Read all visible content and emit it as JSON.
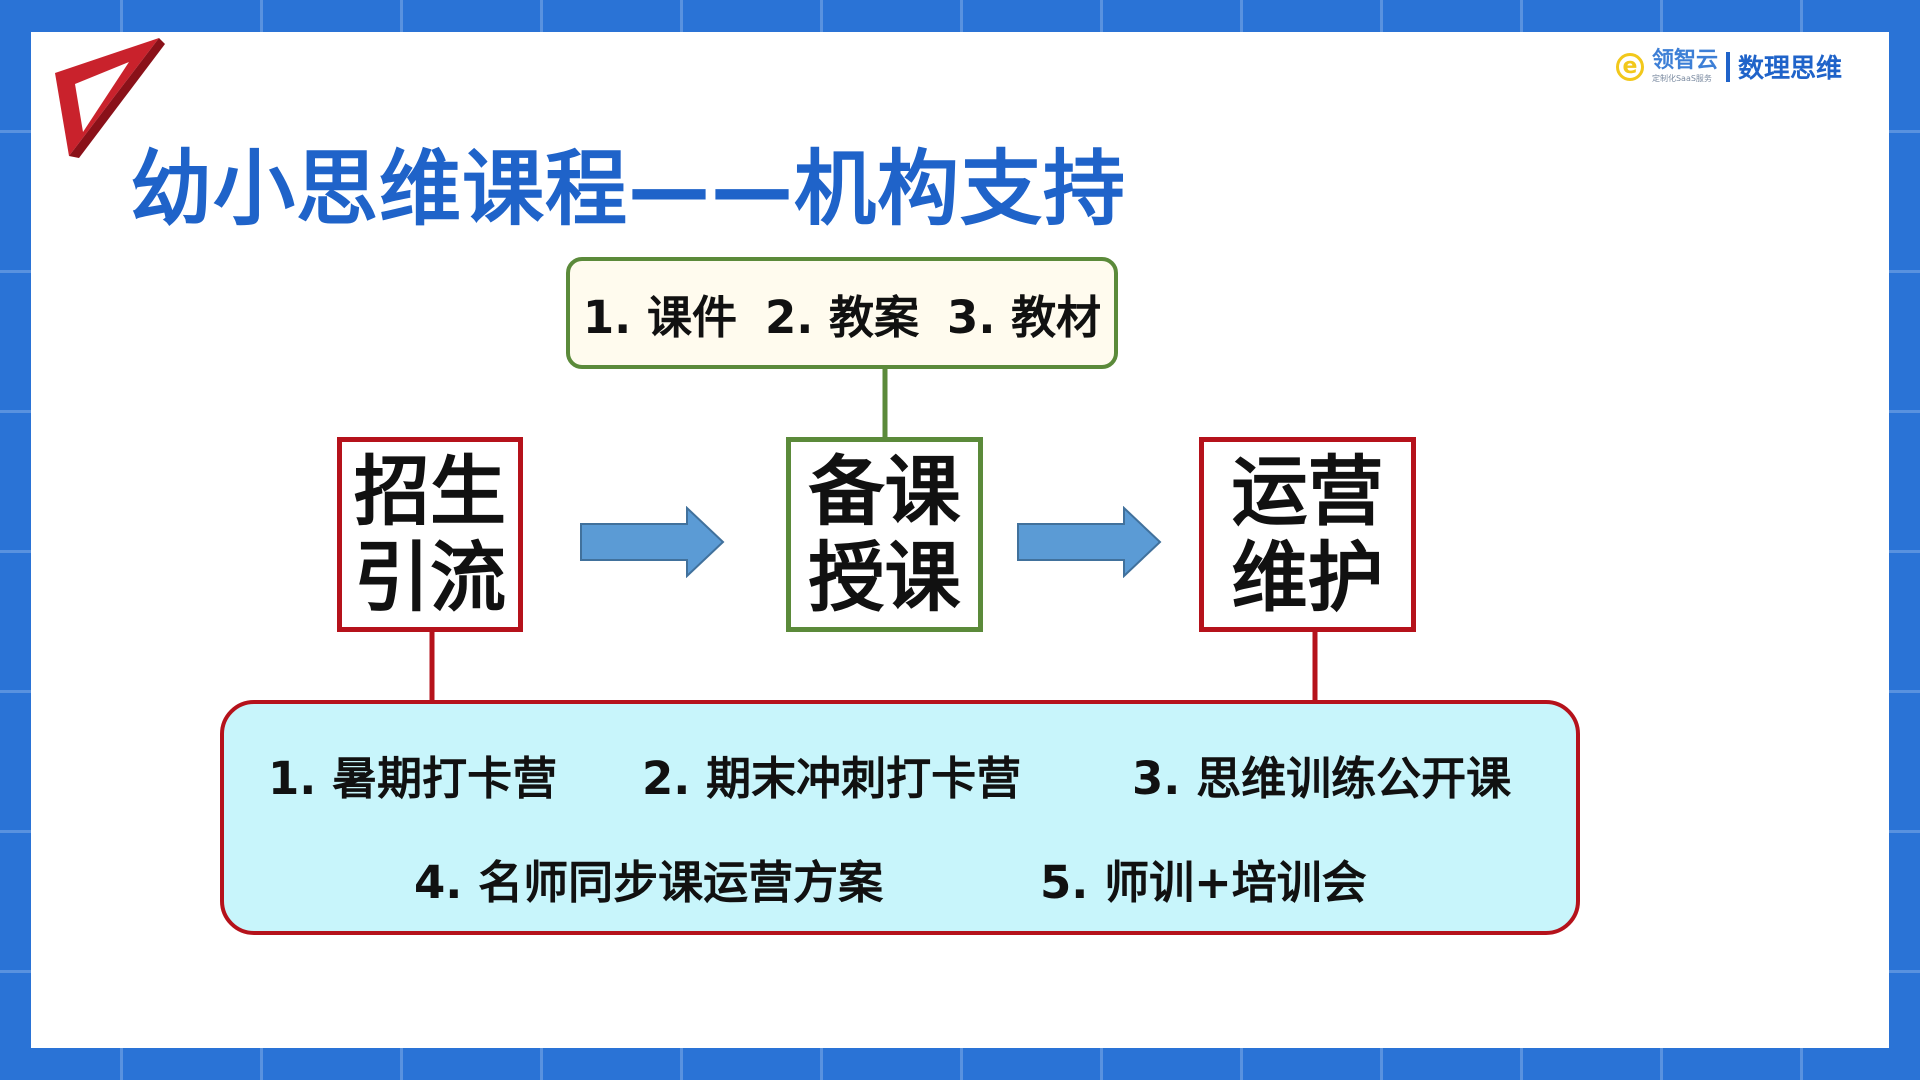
{
  "header": {
    "title": "幼小思维课程——机构支持"
  },
  "brand": {
    "logo_letter": "e",
    "name": "领智云",
    "subtitle": "定制化SaaS服务",
    "tagline": "数理思维"
  },
  "materials": [
    "1. 课件",
    "2. 教案",
    "3. 教材"
  ],
  "stages": [
    {
      "line1": "招生",
      "line2": "引流"
    },
    {
      "line1": "备课",
      "line2": "授课"
    },
    {
      "line1": "运营",
      "line2": "维护"
    }
  ],
  "activities": [
    "1. 暑期打卡营",
    "2. 期末冲刺打卡营",
    "3. 思维训练公开课",
    "4. 名师同步课运营方案",
    "5. 师训+培训会"
  ],
  "colors": {
    "frame_blue": "#2a73d6",
    "title_blue": "#1f63c9",
    "box_red": "#b5121b",
    "box_green": "#5b8a3a",
    "arrow_blue": "#5b9bd5",
    "activities_fill": "#c8f5fb",
    "materials_fill": "#fffbee",
    "logo_yellow": "#f2c81b"
  }
}
